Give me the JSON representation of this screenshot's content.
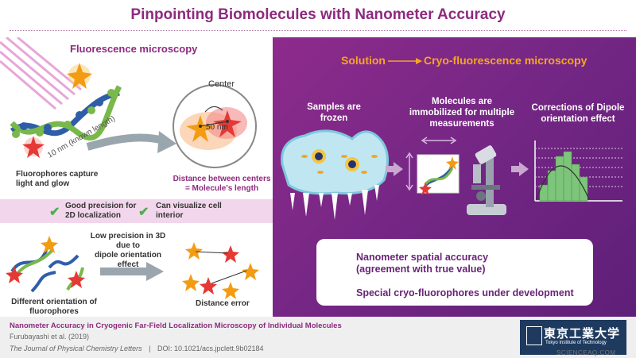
{
  "title": "Pinpointing Biomolecules with Nanometer Accuracy",
  "left": {
    "heading": "Fluorescence microscopy",
    "known_length": "10 nm (known length)",
    "center_label": "Center",
    "distance_label": "50 nm",
    "capture_label_line1": "Fluorophores capture",
    "capture_label_line2": "light and glow",
    "distance_between_line1": "Distance between centers",
    "distance_between_line2": "= Molecule's length",
    "good_precision_line1": "Good precision for",
    "good_precision_line2": "2D localization",
    "visualize_line1": "Can visualize cell",
    "visualize_line2": "interior",
    "low_precision_line1": "Low precision in 3D due to",
    "low_precision_line2": "dipole orientation effect",
    "different_orientation_line1": "Different orientation of",
    "different_orientation_line2": "fluorophores",
    "distance_error": "Distance error"
  },
  "right": {
    "solution": "Solution",
    "cryo": "Cryo-fluorescence microscopy",
    "step1_line1": "Samples are",
    "step1_line2": "frozen",
    "step2_line1": "Molecules are",
    "step2_line2": "immobilized for multiple",
    "step2_line3": "measurements",
    "step3_line1": "Corrections of Dipole",
    "step3_line2": "orientation effect",
    "point1_line1": "Nanometer spatial accuracy",
    "point1_line2": "(agreement with true value)",
    "point2": "Special cryo-fluorophores under development"
  },
  "footer": {
    "paper_title": "Nanometer Accuracy in Cryogenic Far-Field Localization Microscopy of Individual Molecules",
    "authors": "Furubayashi et al. (2019)",
    "journal": "The Journal of Physical Chemistry Letters",
    "separator": "|",
    "doi": "DOI: 10.1021/acs.jpclett.9b02184",
    "logo_text": "東京工業大学",
    "logo_sub": "Tokyo Institute of Technology",
    "watermark": "SCIENCEAQ.COM"
  },
  "colors": {
    "accent": "#8e2a7e",
    "panel": "#762785",
    "orange": "#f5a623",
    "check": "#4caf50"
  }
}
